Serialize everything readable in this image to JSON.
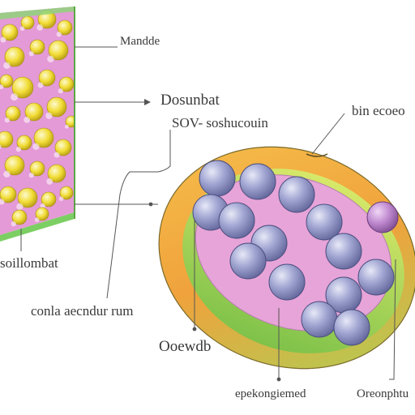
{
  "labels": {
    "membrane_top": "Mandde",
    "block_right": "Dosunbat",
    "block_right_sub": "SOV- soshucouin",
    "oval_top": "bin ecoeo",
    "left_bottom": "soillombat",
    "middle_text": "conla aecndur rum",
    "oval_bottom_left": "Ooewdb",
    "bottom_center": "epekongiemed",
    "bottom_right": "Oreonphtu"
  },
  "colors": {
    "membrane_pink": "#e49ad6",
    "membrane_edge_green": "#7ccf63",
    "granule_yellow": "#f2e03a",
    "oval_orange": "#f0a23c",
    "oval_green": "#a7d257",
    "oval_inner_pink": "#e7a4d8",
    "sphere_blue": "#8f93c4",
    "sphere_purple": "#b07ac4"
  }
}
